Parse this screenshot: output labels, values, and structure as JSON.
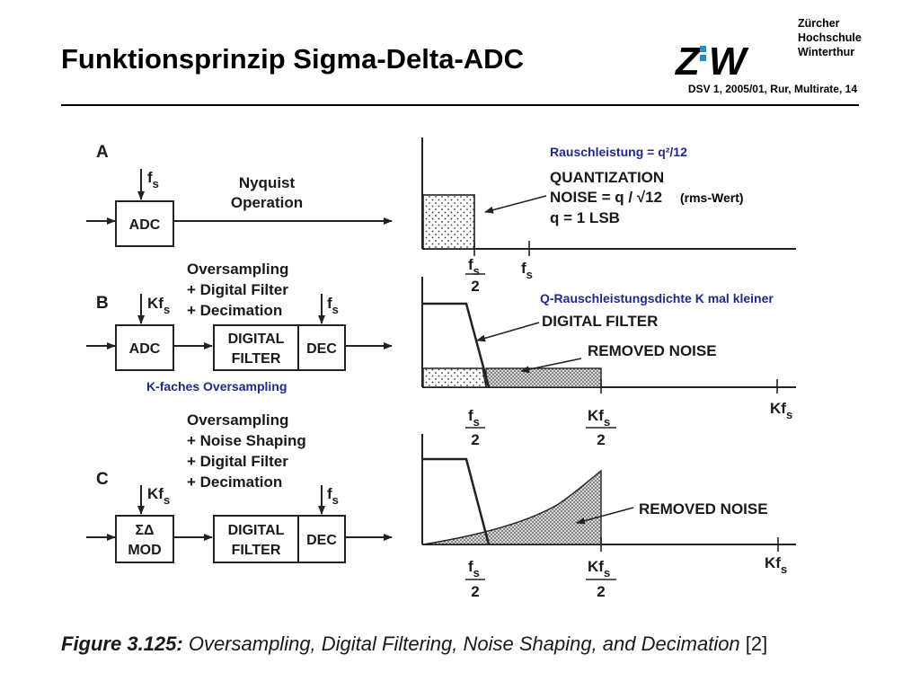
{
  "header": {
    "title": "Funktionsprinzip Sigma-Delta-ADC",
    "reference": "DSV 1, 2005/01, Rur, Multirate, 14",
    "logo": {
      "mark": "Z:W",
      "lines": [
        "Zürcher",
        "Hochschule",
        "Winterthur"
      ],
      "accent_color": "#1f8fd0"
    }
  },
  "diagram": {
    "rows": {
      "a": {
        "letter": "A",
        "clock_label": "f",
        "clock_sub": "s",
        "adc_label": "ADC",
        "operation": [
          "Nyquist",
          "Operation"
        ]
      },
      "b": {
        "letter": "B",
        "description": [
          "Oversampling",
          "+ Digital Filter",
          "+ Decimation"
        ],
        "clock_label": "Kf",
        "clock_sub": "s",
        "adc_label": "ADC",
        "filter_label": [
          "DIGITAL",
          "FILTER"
        ],
        "dec_label": "DEC",
        "dec_clock": "f",
        "dec_clock_sub": "s",
        "note": "K-faches Oversampling"
      },
      "c": {
        "letter": "C",
        "description": [
          "Oversampling",
          "+ Noise Shaping",
          "+ Digital Filter",
          "+ Decimation"
        ],
        "clock_label": "Kf",
        "clock_sub": "s",
        "mod_label": [
          "ΣΔ",
          "MOD"
        ],
        "filter_label": [
          "DIGITAL",
          "FILTER"
        ],
        "dec_label": "DEC",
        "dec_clock": "f",
        "dec_clock_sub": "s"
      }
    },
    "spectra": {
      "a": {
        "note": "Rauschleistung = q²/12",
        "labels": [
          "QUANTIZATION",
          "NOISE = q / √12",
          "q = 1 LSB"
        ],
        "note2": "(rms-Wert)",
        "ticks": [
          {
            "num": "f",
            "sub": "s",
            "den": "2"
          },
          {
            "num": "f",
            "sub": "s",
            "den": ""
          }
        ]
      },
      "b": {
        "note": "Q-Rauschleistungsdichte K mal kleiner",
        "labels": [
          "DIGITAL FILTER",
          "REMOVED NOISE"
        ],
        "ticks": [
          {
            "num": "f",
            "sub": "s",
            "den": "2"
          },
          {
            "num": "Kf",
            "sub": "s",
            "den": "2"
          },
          {
            "num": "Kf",
            "sub": "s",
            "den": ""
          }
        ]
      },
      "c": {
        "labels": [
          "REMOVED NOISE"
        ],
        "ticks": [
          {
            "num": "f",
            "sub": "s",
            "den": "2"
          },
          {
            "num": "Kf",
            "sub": "s",
            "den": "2"
          },
          {
            "num": "Kf",
            "sub": "s",
            "den": ""
          }
        ]
      }
    }
  },
  "caption": {
    "figure": "Figure 3.125:",
    "text": " Oversampling, Digital Filtering, Noise Shaping, and Decimation",
    "ref": " [2]"
  }
}
